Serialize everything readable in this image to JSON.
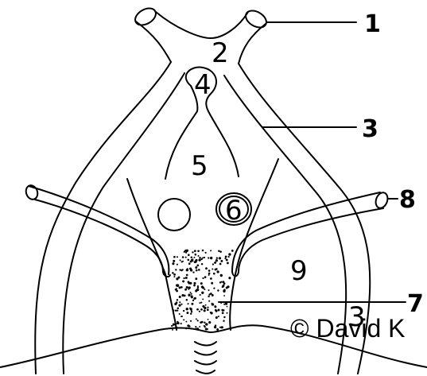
{
  "labels": {
    "l1": "1",
    "l2": "2",
    "l3": "3",
    "l3b": "3",
    "l4": "4",
    "l5": "5",
    "l6": "6",
    "l7": "7",
    "l8": "8",
    "l9": "9"
  },
  "credit": "© David K"
}
